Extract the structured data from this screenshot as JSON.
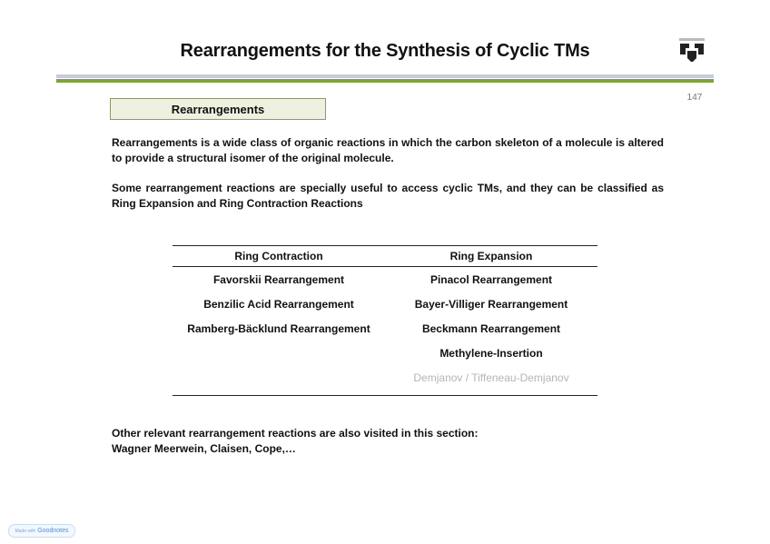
{
  "header": {
    "title": "Rearrangements for the Synthesis of Cyclic TMs",
    "page_number": "147"
  },
  "section": {
    "label": "Rearrangements"
  },
  "intro": {
    "paragraph1": "Rearrangements is a wide class of organic reactions in which the carbon skeleton of a molecule is altered to provide a structural isomer of the original molecule.",
    "paragraph2": "Some rearrangement reactions are specially useful to access cyclic TMs, and they can be classified as Ring Expansion and Ring Contraction Reactions"
  },
  "table": {
    "col_contraction": "Ring Contraction",
    "col_expansion": "Ring Expansion",
    "contraction": [
      "Favorskii Rearrangement",
      "Benzilic Acid Rearrangement",
      "Ramberg-Bäcklund Rearrangement"
    ],
    "expansion": [
      "Pinacol Rearrangement",
      "Bayer-Villiger Rearrangement",
      "Beckmann Rearrangement",
      "Methylene-Insertion",
      "Demjanov / Tiffeneau-Demjanov"
    ]
  },
  "footer": {
    "line1": "Other relevant rearrangement reactions are also visited in this section:",
    "line2": "Wagner Meerwein, Claisen, Cope,…"
  },
  "badge": {
    "prefix": "Made with",
    "brand": "Goodnotes"
  },
  "colors": {
    "rule_top": "#c3ccd8",
    "rule_bottom": "#7fa23a",
    "section_fill": "#eef1df",
    "muted_text": "#b5b5b5"
  },
  "icons": {
    "logo": "university-logo-icon"
  }
}
